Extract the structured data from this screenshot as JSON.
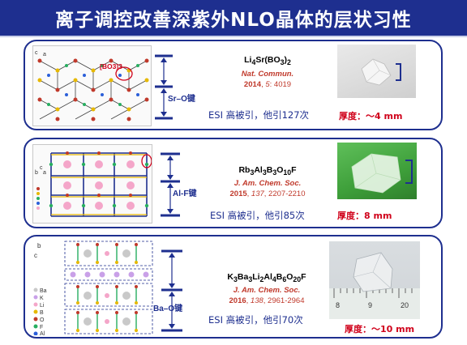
{
  "title": "离子调控改善深紫外NLO晶体的层状习性",
  "colors": {
    "title_bg": "#1e2f8f",
    "accent_red": "#c0392b",
    "thickness_red": "#d0021b",
    "border_blue": "#1e2f8f"
  },
  "cards": [
    {
      "structure_labels": {
        "c": "c",
        "a": "a",
        "group": "[BO3]3-"
      },
      "bond_label": "Sr–O键",
      "formula": {
        "main": "Li",
        "s1": "4",
        "m2": "Sr(BO",
        "s2": "3",
        "m3": ")",
        "s3": "2"
      },
      "journal": "Nat. Commun.",
      "ref": {
        "year": "2014",
        "vol": "5",
        "pages": ": 4019"
      },
      "esi": "ESI 高被引，他引127次",
      "thickness_label": "厚度：",
      "thickness_value": "～4 mm"
    },
    {
      "structure_labels": {
        "b": "b",
        "a": "a",
        "c": "c"
      },
      "bond_label": "Al-F键",
      "formula": {
        "p1": "Rb",
        "s1": "3",
        "p2": "Al",
        "s2": "3",
        "p3": "B",
        "s3": "3",
        "p4": "O",
        "s4": "10",
        "p5": "F"
      },
      "journal": "J. Am. Chem. Soc.",
      "ref": {
        "year": "2015",
        "vol": "137",
        "pages": ", 2207-2210"
      },
      "esi": "ESI 高被引，他引85次",
      "thickness_label": "厚度：",
      "thickness_value": "8 mm"
    },
    {
      "structure_labels": {
        "b": "b",
        "c": "c",
        "legend": [
          "Ba",
          "K",
          "Li",
          "B",
          "O",
          "F",
          "Al"
        ]
      },
      "bond_label": "Ba–O键",
      "formula": {
        "p1": "K",
        "s1": "3",
        "p2": "Ba",
        "s2": "3",
        "p3": "Li",
        "s3": "2",
        "p4": "Al",
        "s4": "4",
        "p5": "B",
        "s5": "6",
        "p6": "O",
        "s6": "20",
        "p7": "F"
      },
      "journal": "J. Am. Chem. Soc.",
      "ref": {
        "year": "2016",
        "vol": "138",
        "pages": ", 2961-2964"
      },
      "esi": "ESI 高被引，他引70次",
      "thickness_label": "厚度：",
      "thickness_value": "～10 mm",
      "ruler_marks": [
        "8",
        "9",
        "20"
      ]
    }
  ]
}
